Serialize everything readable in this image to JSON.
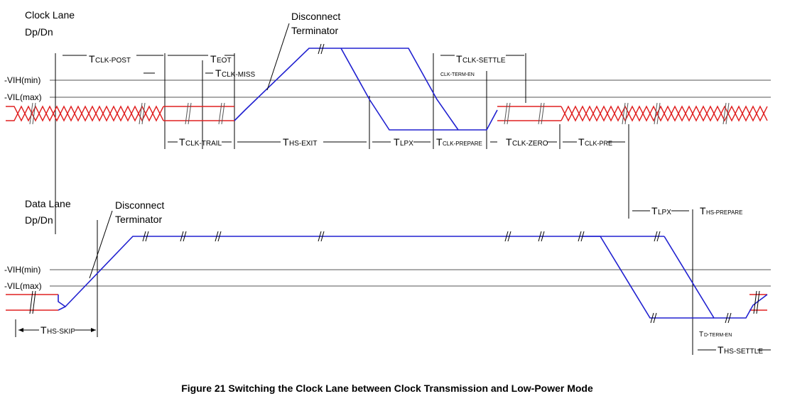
{
  "clock_lane": {
    "title": "Clock Lane",
    "subtitle": "Dp/Dn",
    "disconnect_line1": "Disconnect",
    "disconnect_line2": "Terminator",
    "vih": "-VIH(min)",
    "vil": "-VIL(max)",
    "t_clk_post": "CLK-POST",
    "t_eot": "EOT",
    "t_clk_miss": "CLK-MISS",
    "t_clk_settle": "CLK-SETTLE",
    "t_clk_term_en": "CLK-TERM-EN",
    "t_clk_trail": "CLK-TRAIL",
    "t_hs_exit": "HS-EXIT",
    "t_lpx": "LPX",
    "t_clk_prepare": "CLK-PREPARE",
    "t_clk_zero": "CLK-ZERO",
    "t_clk_pre": "CLK-PRE"
  },
  "data_lane": {
    "title": "Data Lane",
    "subtitle": "Dp/Dn",
    "disconnect_line1": "Disconnect",
    "disconnect_line2": "Terminator",
    "vih": "-VIH(min)",
    "vil": "-VIL(max)",
    "t_lpx": "LPX",
    "t_hs_prepare": "HS-PREPARE",
    "t_hs_skip": "HS-SKIP",
    "t_d_term_en": "D-TERM-EN",
    "t_hs_settle": "HS-SETTLE"
  },
  "t_prefix": "T",
  "caption": "Figure 21 Switching the Clock Lane between Clock Transmission and Low-Power Mode",
  "colors": {
    "signal": "#2020d0",
    "hs_data": "#e02020",
    "lines": "#000000"
  }
}
